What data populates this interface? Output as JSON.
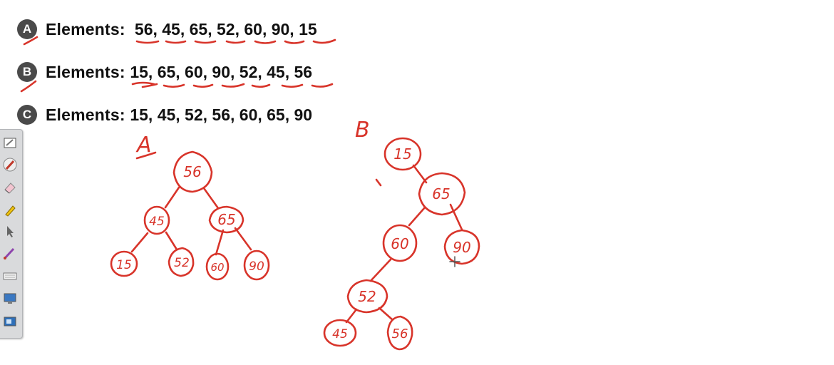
{
  "rows": [
    {
      "badge": "A",
      "label": "Elements:  ",
      "values": "56, 45, 65, 52, 60, 90, 15"
    },
    {
      "badge": "B",
      "label": "Elements: ",
      "values": "15, 65, 60, 90, 52, 45, 56"
    },
    {
      "badge": "C",
      "label": "Elements: ",
      "values": "15, 45, 52, 56, 60, 65, 90"
    }
  ],
  "trees": {
    "A": {
      "label": "A",
      "nodes": [
        "56",
        "45",
        "65",
        "15",
        "52",
        "60",
        "90"
      ]
    },
    "B": {
      "label": "B",
      "nodes": [
        "15",
        "65",
        "60",
        "90",
        "52",
        "45",
        "56"
      ]
    }
  },
  "toolbar": {
    "tools": [
      "whiteboard-icon",
      "pen-icon",
      "eraser-icon",
      "highlighter-icon",
      "pointer-icon",
      "marker-icon",
      "keyboard-icon",
      "screen-icon",
      "capture-icon"
    ]
  },
  "colors": {
    "ink": "#d8342a",
    "badge": "#4a4a4a",
    "toolbar": "#d9dadc"
  }
}
